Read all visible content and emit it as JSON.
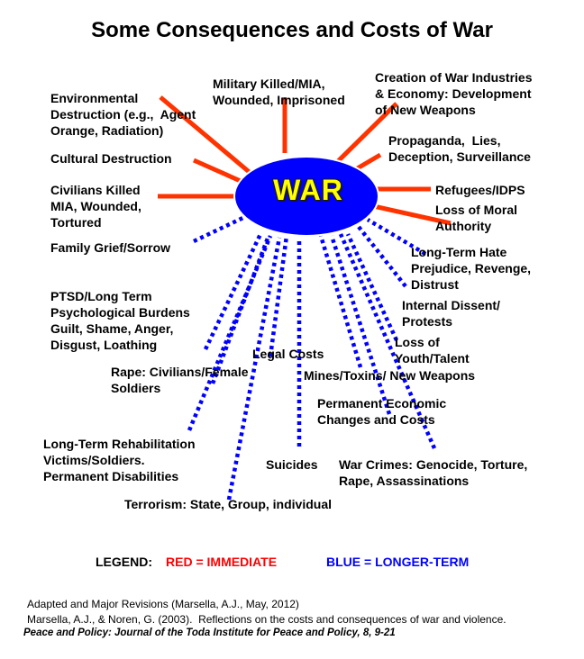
{
  "title": "Some Consequences and Costs of War",
  "hub": {
    "label": "WAR",
    "fill": "#0000ff",
    "text_color": "#ffff00"
  },
  "consequences": [
    {
      "id": "military-killed",
      "label": "Military Killed/MIA,\nWounded, Imprisoned",
      "category": "immediate"
    },
    {
      "id": "war-industries",
      "label": "Creation of War Industries\n& Economy: Development\nof New Weapons",
      "category": "immediate"
    },
    {
      "id": "environmental-destruction",
      "label": "Environmental\nDestruction (e.g.,  Agent\nOrange, Radiation)",
      "category": "immediate"
    },
    {
      "id": "propaganda",
      "label": "Propaganda,  Lies,\nDeception, Surveillance",
      "category": "immediate"
    },
    {
      "id": "cultural-destruction",
      "label": "Cultural Destruction",
      "category": "immediate"
    },
    {
      "id": "refugees",
      "label": "Refugees/IDPS",
      "category": "immediate"
    },
    {
      "id": "civilians-killed",
      "label": "Civilians Killed\nMIA, Wounded,\nTortured",
      "category": "immediate"
    },
    {
      "id": "loss-moral-authority",
      "label": "Loss of Moral\nAuthority",
      "category": "immediate"
    },
    {
      "id": "family-grief",
      "label": "Family Grief/Sorrow",
      "category": "longer-term"
    },
    {
      "id": "long-term-hate",
      "label": "Long-Term Hate\nPrejudice, Revenge,\nDistrust",
      "category": "longer-term"
    },
    {
      "id": "ptsd",
      "label": "PTSD/Long Term\nPsychological Burdens\nGuilt, Shame, Anger,\nDisgust, Loathing",
      "category": "longer-term"
    },
    {
      "id": "internal-dissent",
      "label": "Internal Dissent/\nProtests",
      "category": "longer-term"
    },
    {
      "id": "legal-costs",
      "label": "Legal Costs",
      "category": "longer-term"
    },
    {
      "id": "loss-youth",
      "label": "Loss of\nYouth/Talent",
      "category": "longer-term"
    },
    {
      "id": "rape",
      "label": "Rape: Civilians/Female\nSoldiers",
      "category": "longer-term"
    },
    {
      "id": "mines-toxins",
      "label": "Mines/Toxins/ New Weapons",
      "category": "longer-term"
    },
    {
      "id": "economic-changes",
      "label": "Permanent Economic\nChanges and Costs",
      "category": "longer-term"
    },
    {
      "id": "rehabilitation",
      "label": "Long-Term Rehabilitation\nVictims/Soldiers.\nPermanent Disabilities",
      "category": "longer-term"
    },
    {
      "id": "suicides",
      "label": "Suicides",
      "category": "longer-term"
    },
    {
      "id": "war-crimes",
      "label": "War Crimes: Genocide, Torture,\nRape, Assassinations",
      "category": "longer-term"
    },
    {
      "id": "terrorism",
      "label": "Terrorism: State, Group, individual",
      "category": "longer-term"
    }
  ],
  "legend": {
    "prefix": "LEGEND:",
    "immediate": {
      "label": "RED = IMMEDIATE",
      "color": "#ff0000"
    },
    "longer_term": {
      "label": "BLUE = LONGER-TERM",
      "color": "#0000ff"
    }
  },
  "ray_colors": {
    "immediate": "#ff3300",
    "longer_term": "#0000ff"
  },
  "citation": {
    "line1": "Adapted and Major Revisions (Marsella, A.J., May, 2012)",
    "line2": "Marsella, A.J., & Noren, G. (2003).  Reflections on the costs and consequences of war and violence.",
    "line3": "Peace and Policy: Journal of the Toda Institute for Peace and Policy, 8, 9-21"
  }
}
